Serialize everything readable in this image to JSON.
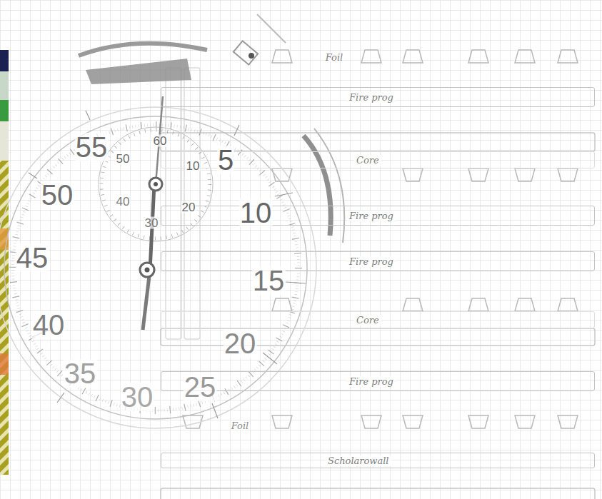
{
  "diagram": {
    "nodes": [
      {
        "text": [
          "Fire prog"
        ]
      },
      {
        "text": [
          "Core"
        ]
      },
      {
        "text": [
          "Fire prog"
        ]
      },
      {
        "text": [
          "Fire prog"
        ]
      },
      {
        "text": [
          "Core"
        ]
      },
      {
        "text": [
          "Fire prog"
        ]
      },
      {
        "text": [
          "Scholarowall"
        ]
      }
    ],
    "labels": [
      "Foil",
      "60",
      "55",
      "50",
      "5",
      "10",
      "50",
      "40",
      "20",
      "10",
      "30",
      "45",
      "15",
      "40",
      "20",
      "35",
      "25",
      "30",
      "Foil"
    ]
  }
}
